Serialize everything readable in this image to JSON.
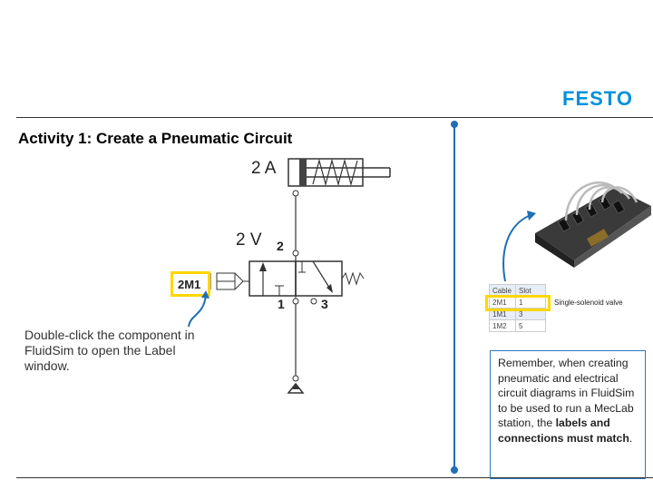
{
  "header": {
    "logo_text": "FESTO",
    "brand_color": "#0091dc"
  },
  "slide": {
    "title": "Activity 1: Create a Pneumatic Circuit"
  },
  "diagram": {
    "cylinder_label": "2 A",
    "valve_label": "2 V",
    "solenoid_label": "2M1",
    "port_2": "2",
    "port_1": "1",
    "port_3": "3"
  },
  "note": {
    "text": "Double-click the component in FluidSim to open the Label window."
  },
  "remember": {
    "text_1": "Remember, when creating pneumatic and electrical circuit diagrams in FluidSim to be used to run a MecLab station, the ",
    "bold": "labels and connections must match",
    "text_2": "."
  },
  "cable_table": {
    "headers": [
      "Cable",
      "Slot"
    ],
    "rows": [
      [
        "2M1",
        "1"
      ],
      [
        "1M1",
        "3"
      ],
      [
        "1M2",
        "5"
      ]
    ]
  },
  "valve_caption": "Single-solenoid valve",
  "colors": {
    "highlight": "#ffd700",
    "connector": "#1f6fb5"
  }
}
